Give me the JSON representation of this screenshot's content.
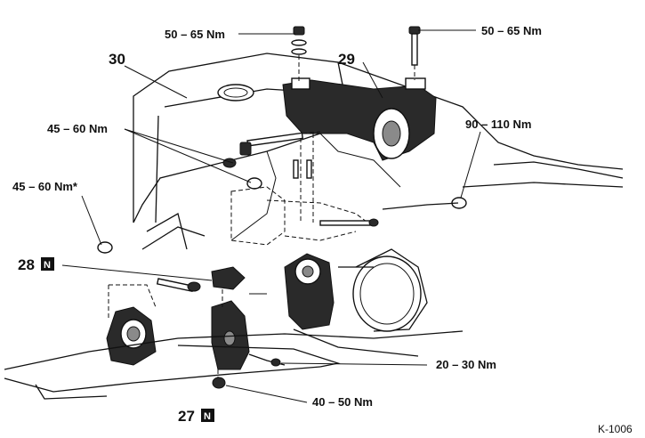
{
  "callouts": {
    "torque_top_left": "50 – 65 Nm",
    "torque_top_right": "50 – 65 Nm",
    "torque_upper_left": "45 – 60 Nm",
    "torque_left_star": "45 – 60 Nm*",
    "torque_right": "90 – 110 Nm",
    "torque_lower_right": "20 – 30 Nm",
    "torque_bottom": "40 – 50 Nm"
  },
  "parts": {
    "p30": "30",
    "p29": "29",
    "p28": "28",
    "p27": "27"
  },
  "badge": "N",
  "reference_code": "K-1006"
}
